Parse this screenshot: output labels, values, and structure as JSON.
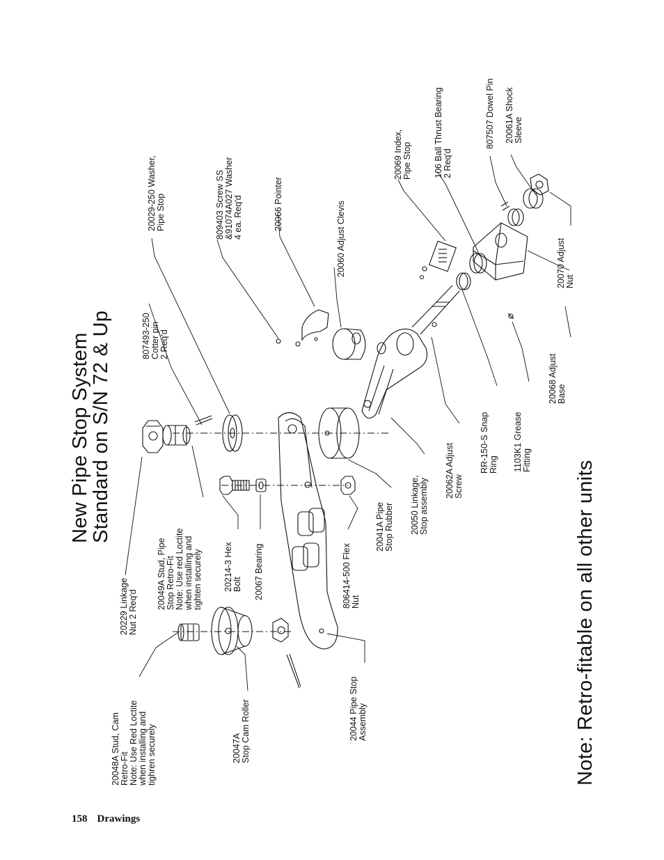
{
  "title": {
    "line1": "New Pipe Stop System",
    "line2": "Standard on S/N 72 & Up"
  },
  "note": "Note: Retro-fitable on all other units",
  "footer": {
    "page_number": "158",
    "section": "Drawings"
  },
  "parts": {
    "p20048A": [
      "20048A Stud, Cam",
      "Retro-Fit",
      "Note: Use Red Loctite",
      "when installing and",
      "tighren securely"
    ],
    "p20047A": [
      "20047A",
      "Stop Cam Roller"
    ],
    "p20044": [
      "20044 Pipe Stop",
      "Assembly"
    ],
    "p20229": [
      "20229 Linkage",
      "Nut 2 Req'd"
    ],
    "p20049A": [
      "20049A Stud, Pipe",
      "Stop Retro-Fit",
      "Note: Use red Loctite",
      "when installing and",
      "tighten securely"
    ],
    "p20214": [
      "20214-3 Hex",
      "Bolt"
    ],
    "p20067": [
      "20067 Bearing"
    ],
    "p806414": [
      "806414-500 Flex",
      "Nut"
    ],
    "p20041A": [
      "20041A Pipe",
      "Stop Rubber"
    ],
    "p20050": [
      "20050 Linkage,",
      "Stop assembly"
    ],
    "p20062A": [
      "20062A Adjust",
      "Screw"
    ],
    "pRR150": [
      "RR-150-S Snap",
      "Ring"
    ],
    "p1103K1": [
      "1103K1 Grease",
      "Fitting"
    ],
    "p20068": [
      "20068 Adjust",
      "Base"
    ],
    "p20070": [
      "20070 Adjust",
      "Nut"
    ],
    "p807493": [
      "807493-250",
      "Cotter pin",
      "2 Req'd"
    ],
    "p20029": [
      "20029-250 Washer,",
      "Pipe Stop"
    ],
    "p809403": [
      "809403 Screw SS",
      "&91074A027 Washer",
      "4 ea. Req'd"
    ],
    "p20066": [
      "20066 Pointer"
    ],
    "p20060": [
      "20060 Adjust Clevis"
    ],
    "p20069": [
      "20069 Index,",
      "Pipe Stop"
    ],
    "p106": [
      "106 Ball Thrust Bearing",
      "2 Req'd"
    ],
    "p807507": [
      "807507 Dowel Pin"
    ],
    "p20061A": [
      "20061A Shock",
      "Sleeve"
    ]
  }
}
